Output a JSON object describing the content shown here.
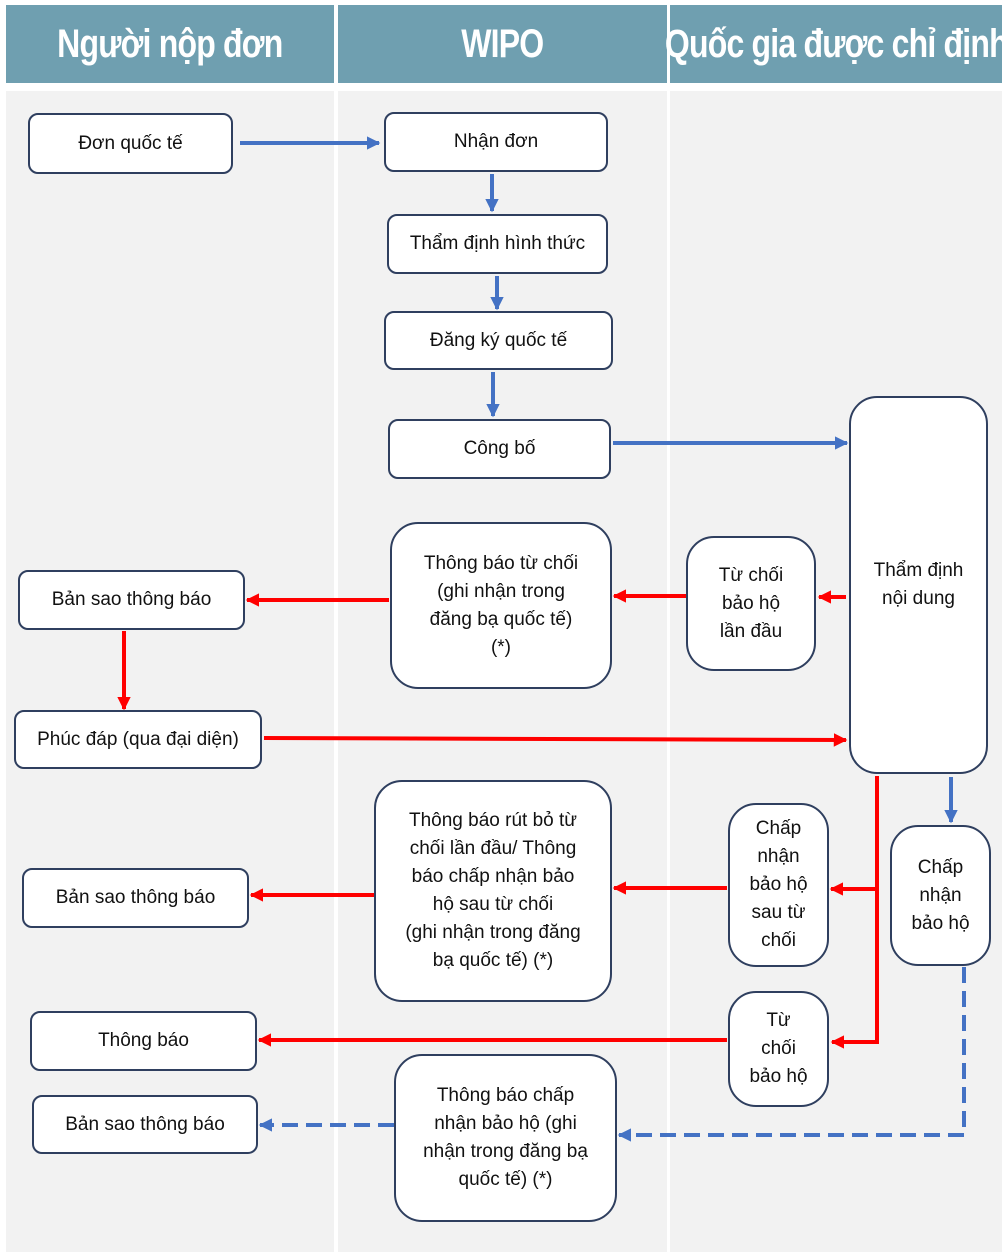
{
  "lanes": {
    "applicant": "Người nộp đơn",
    "wipo": "WIPO",
    "designated": "Quốc gia được chỉ định"
  },
  "nodes": {
    "intl_application": "Đơn quốc tế",
    "receive": "Nhận đơn",
    "formal_exam": "Thẩm định hình thức",
    "intl_registration": "Đăng ký quốc tế",
    "publication": "Công bố",
    "substantive_exam": "Thẩm định\nnội dung",
    "refusal_notice": "Thông báo từ chối\n(ghi nhận trong\nđăng bạ quốc tế)\n(*)",
    "provisional_refusal": "Từ chối\nbảo hộ\nlần đầu",
    "copy_notice_1": "Bản sao thông báo",
    "response": "Phúc đáp (qua đại diện)",
    "withdrawal_notice": "Thông báo rút bỏ từ\nchối lần đầu/ Thông\nbáo chấp nhận bảo\nhộ sau từ chối\n(ghi nhận trong đăng\nbạ quốc tế) (*)",
    "grant_after_refusal": "Chấp\nnhận\nbảo hộ\nsau từ\nchối",
    "grant_protection": "Chấp\nnhận\nbảo hộ",
    "copy_notice_2": "Bản sao thông báo",
    "notice": "Thông báo",
    "final_refusal": "Từ\nchối\nbảo hộ",
    "grant_notice": "Thông báo chấp\nnhận bảo hộ (ghi\nnhận trong đăng bạ\nquốc tế) (*)",
    "copy_notice_3": "Bản sao thông báo"
  },
  "colors": {
    "header": "#6f9fb0",
    "lane": "#f2f2f2",
    "blue_arrow": "#4472c4",
    "red_arrow": "#ff0000",
    "node_border": "#2f3f5f"
  }
}
